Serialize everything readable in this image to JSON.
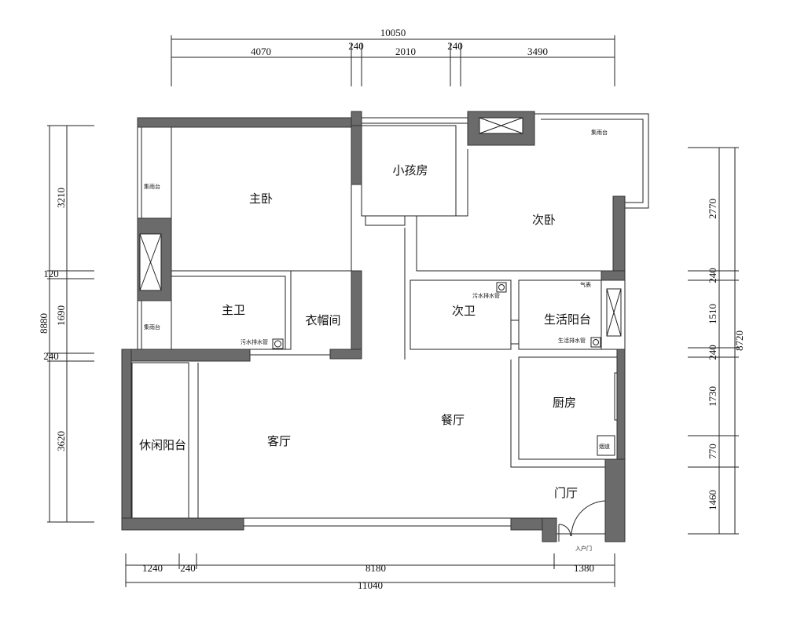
{
  "rooms": {
    "master_bedroom": "主卧",
    "kids_room": "小孩房",
    "second_bedroom": "次卧",
    "master_bath": "主卫",
    "walk_in_closet": "衣帽间",
    "second_bath": "次卫",
    "utility_balcony": "生活阳台",
    "kitchen": "厨房",
    "dining_room": "餐厅",
    "living_room": "客厅",
    "leisure_balcony": "休闲阳台",
    "foyer": "门厅"
  },
  "notes": {
    "ac_platform_top": "集雨台",
    "ac_platform_left1": "集雨台",
    "ac_platform_left2": "集雨台",
    "sewage_pipe_1": "污水排水管",
    "sewage_pipe_2": "污水排水管",
    "domestic_drain": "生活排水管",
    "gas_meter": "气表",
    "flue": "烟道",
    "entry_door": "入户门"
  },
  "dimensions": {
    "top_total": "10050",
    "top": [
      "4070",
      "240",
      "2010",
      "240",
      "3490"
    ],
    "left_total": "8880",
    "left": [
      "3210",
      "120",
      "1690",
      "240",
      "3620"
    ],
    "right_total": "8720",
    "right": [
      "2770",
      "240",
      "1510",
      "240",
      "1730",
      "770",
      "1460"
    ],
    "bottom_total": "11040",
    "bottom": [
      "1240",
      "240",
      "8180",
      "1380"
    ]
  }
}
